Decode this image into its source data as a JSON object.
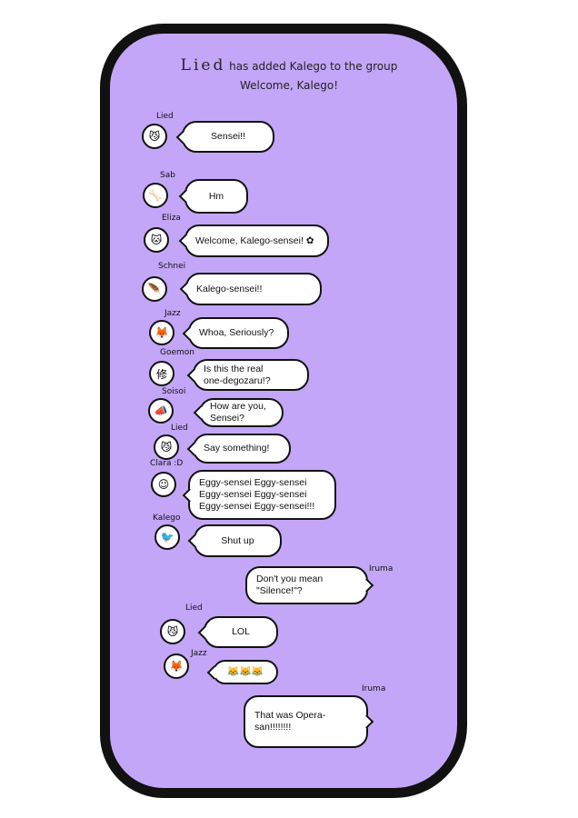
{
  "system": {
    "actor": "Lied",
    "action": "has added Kalego to the group",
    "welcome": "Welcome, Kalego!"
  },
  "colors": {
    "background": "#c4a6f8",
    "frame": "#111111",
    "bubble": "#ffffff"
  },
  "messages": [
    {
      "sender": "Lied",
      "text": "Sensei!!",
      "side": "left",
      "avatar": "cat-face-icon"
    },
    {
      "sender": "Sab",
      "text": "Hm",
      "side": "left",
      "avatar": "bone-icon"
    },
    {
      "sender": "Eliza",
      "text": "Welcome, Kalego-sensei! ✿",
      "side": "left",
      "avatar": "cat-ears-face-icon"
    },
    {
      "sender": "Schnei",
      "text": "Kalego-sensei!!",
      "side": "left",
      "avatar": "feather-icon"
    },
    {
      "sender": "Jazz",
      "text": "Whoa, Seriously?",
      "side": "left",
      "avatar": "fox-face-icon"
    },
    {
      "sender": "Goemon",
      "text": "Is this the real\none-degozaru!?",
      "side": "left",
      "avatar": "kanji-icon"
    },
    {
      "sender": "Soisoi",
      "text": "How are you,\nSensei?",
      "side": "left",
      "avatar": "megaphone-icon"
    },
    {
      "sender": "Lied",
      "text": "Say something!",
      "side": "left",
      "avatar": "cat-face-icon"
    },
    {
      "sender": "Clara :D",
      "text": "Eggy-sensei Eggy-sensei\nEggy-sensei Eggy-sensei\nEggy-sensei Eggy-sensei!!!",
      "side": "left",
      "avatar": "clara-face-icon"
    },
    {
      "sender": "Kalego",
      "text": "Shut up",
      "side": "left",
      "avatar": "bird-silhouette-icon"
    },
    {
      "sender": "Iruma",
      "text": "Don't you mean\n\"Silence!\"?",
      "side": "right"
    },
    {
      "sender": "Lied",
      "text": "LOL",
      "side": "left",
      "avatar": "cat-face-icon"
    },
    {
      "sender": "Jazz",
      "text": "😹😹😹",
      "side": "left",
      "avatar": "fox-face-icon"
    },
    {
      "sender": "Iruma",
      "text": "That was Opera-\nsan!!!!!!!!",
      "side": "right"
    }
  ]
}
